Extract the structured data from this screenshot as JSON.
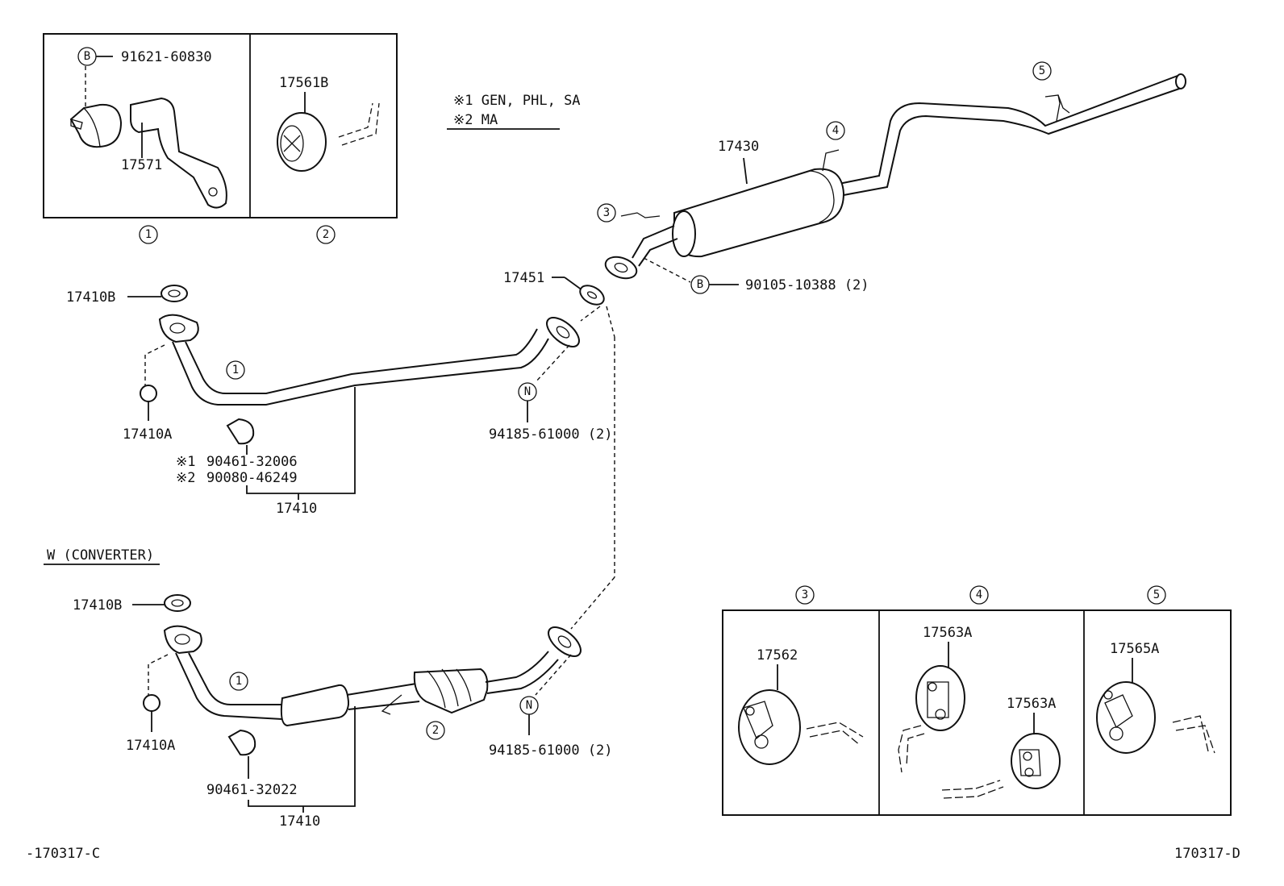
{
  "notes": {
    "note1": "※1 GEN, PHL, SA",
    "note2": "※2 MA",
    "variant_title": "W (CONVERTER)"
  },
  "detail_boxes": {
    "box1_label": "1",
    "box2_label": "2",
    "box3_label": "3",
    "box4_label": "4",
    "box5_label": "5",
    "part_91621": "91621-60830",
    "part_17571": "17571",
    "part_17561B": "17561B",
    "part_17562": "17562",
    "part_17563A_top": "17563A",
    "part_17563A_bottom": "17563A",
    "part_17565A": "17565A"
  },
  "callouts": {
    "b": "B",
    "n": "N",
    "c1": "1",
    "c2": "2",
    "c3": "3",
    "c4": "4",
    "c5": "5"
  },
  "upper_assembly": {
    "gasket": "17410B",
    "mount": "17410A",
    "clamp_note1_marker": "※1",
    "clamp_note1": "90461-32006",
    "clamp_note2_marker": "※2",
    "clamp_note2": "90080-46249",
    "pipe": "17410",
    "bolt": "94185-61000 (2)",
    "flange_gasket": "17451"
  },
  "muffler": {
    "part": "17430",
    "bolt": "90105-10388 (2)"
  },
  "lower_assembly": {
    "gasket": "17410B",
    "mount": "17410A",
    "clamp": "90461-32022",
    "pipe": "17410",
    "bolt": "94185-61000 (2)"
  },
  "footer": {
    "left_code": "-170317-C",
    "right_code": "170317-D"
  }
}
